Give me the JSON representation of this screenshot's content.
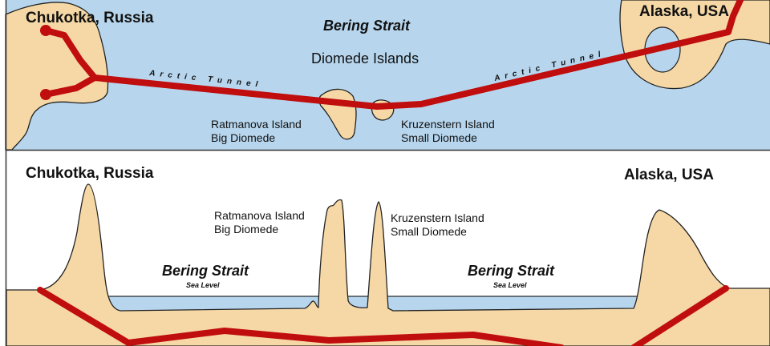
{
  "map": {
    "title": "Bering Strait",
    "islands_label": "Diomede Islands",
    "west_label": "Chukotka, Russia",
    "east_label": "Alaska, USA",
    "tunnel_label": "Arctic Tunnel",
    "big_island": [
      "Ratmanova Island",
      "Big Diomede"
    ],
    "small_island": [
      "Kruzenstern Island",
      "Small Diomede"
    ]
  },
  "profile": {
    "west_label": "Chukotka, Russia",
    "east_label": "Alaska, USA",
    "strait_label": "Bering Strait",
    "sea_level_label": "Sea Level",
    "big_island": [
      "Ratmanova Island",
      "Big Diomede"
    ],
    "small_island": [
      "Kruzenstern Island",
      "Small Diomede"
    ]
  },
  "colors": {
    "sea": "#b7d6ee",
    "land": "#f6d8a6",
    "tunnel": "#c00d0d"
  }
}
